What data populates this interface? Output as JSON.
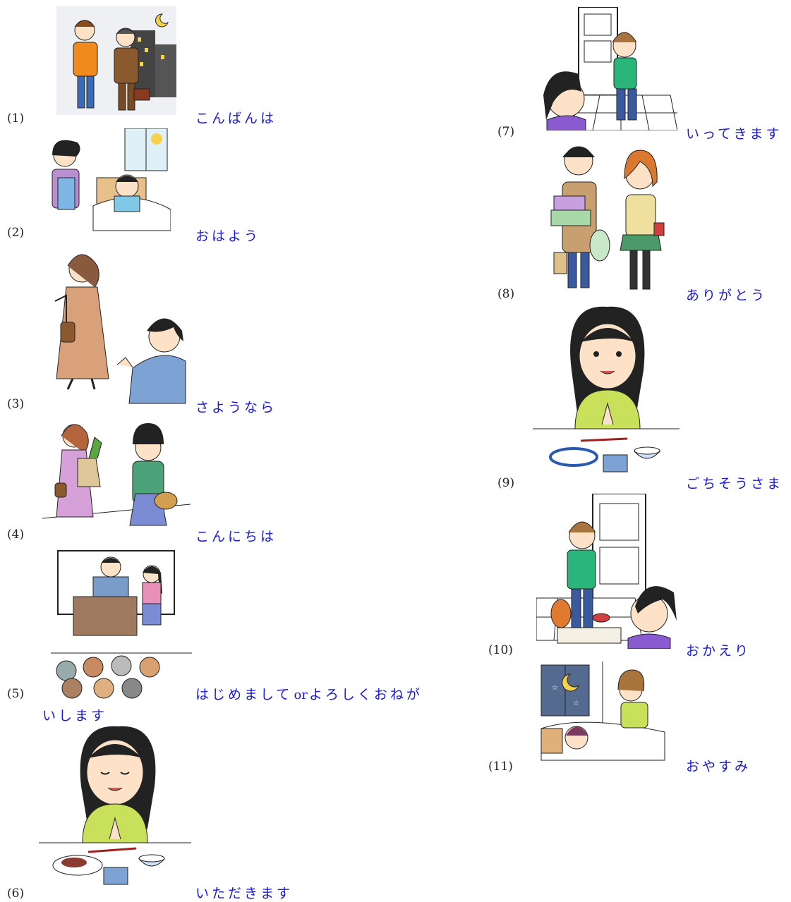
{
  "items": [
    {
      "num": "(1)",
      "phrase": "こんばんは",
      "scene": "two-men-night-icon"
    },
    {
      "num": "(2)",
      "phrase": "おはよう",
      "scene": "mother-waking-boy-icon"
    },
    {
      "num": "(3)",
      "phrase": "さようなら",
      "scene": "woman-waving-goodbye-icon"
    },
    {
      "num": "(4)",
      "phrase": "こんにちは",
      "scene": "women-greeting-icon"
    },
    {
      "num": "(5)",
      "phrase_a": "はじめまして",
      "phrase_or": "or",
      "phrase_b": "よろしくおねが",
      "phrase_c": "いします",
      "scene": "classroom-introduction-icon"
    },
    {
      "num": "(6)",
      "phrase": "いただきます",
      "scene": "girl-before-meal-icon"
    },
    {
      "num": "(7)",
      "phrase": "いってきます",
      "scene": "leaving-home-icon"
    },
    {
      "num": "(8)",
      "phrase": "ありがとう",
      "scene": "receiving-gifts-icon"
    },
    {
      "num": "(9)",
      "phrase": "ごちそうさま",
      "scene": "girl-after-meal-icon"
    },
    {
      "num": "(10)",
      "phrase": "おかえり",
      "scene": "coming-home-icon"
    },
    {
      "num": "(11)",
      "phrase": "おやすみ",
      "scene": "goodnight-icon"
    }
  ],
  "colors": {
    "phrase": "#1a1ad8",
    "skin": "#fde2c8",
    "outline": "#222222"
  }
}
